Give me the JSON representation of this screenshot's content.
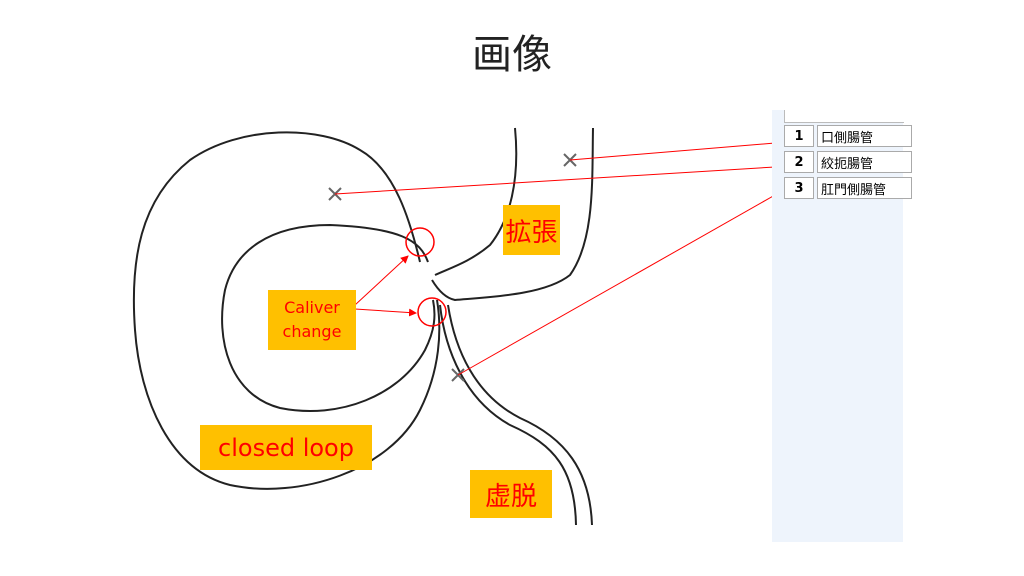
{
  "title": "画像",
  "labels": {
    "dilation": "拡張",
    "caliber": "Caliver change",
    "closed_loop": "closed loop",
    "collapse": "虚脱"
  },
  "panel": {
    "rows": [
      {
        "num": "1",
        "name": "口側腸管"
      },
      {
        "num": "2",
        "name": "絞扼腸管"
      },
      {
        "num": "3",
        "name": "肛門側腸管"
      }
    ]
  },
  "colors": {
    "label_bg": "#FFC000",
    "label_text": "#FF0000",
    "line": "#FF0000"
  }
}
